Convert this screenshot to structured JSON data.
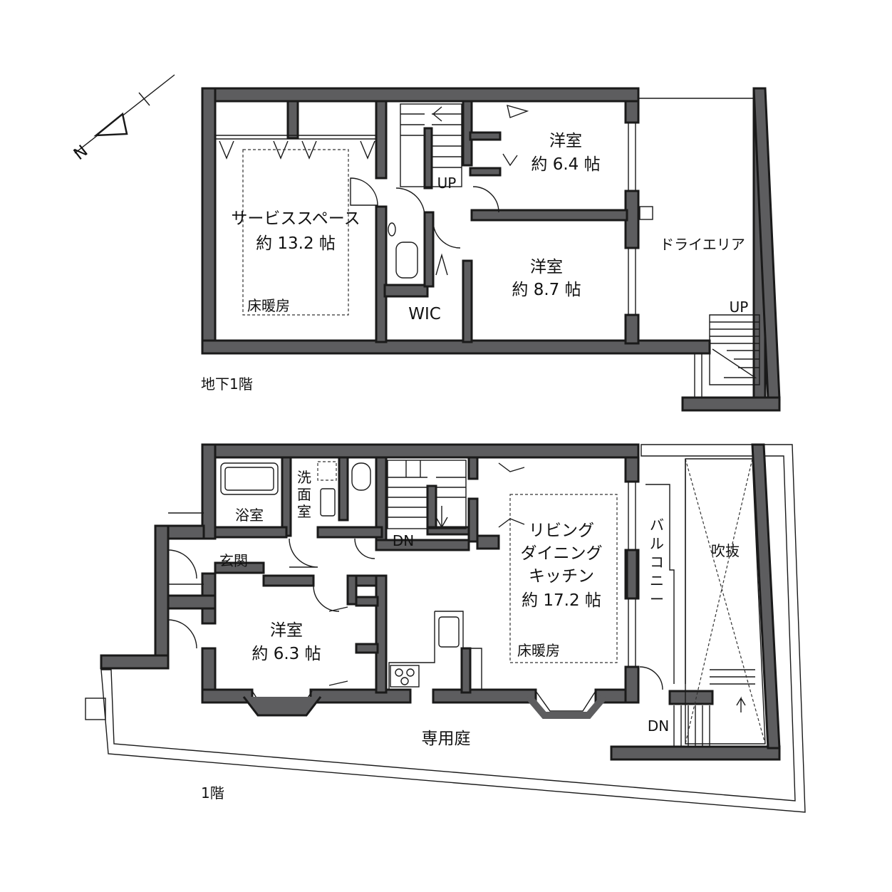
{
  "compass": {
    "north_label": "N"
  },
  "floor_b1": {
    "caption": "地下1階",
    "service_space": {
      "name": "サービススペース",
      "area": "約 13.2 帖",
      "note": "床暖房"
    },
    "stair_up": "UP",
    "western_room_1": {
      "name": "洋室",
      "area": "約 6.4 帖"
    },
    "western_room_2": {
      "name": "洋室",
      "area": "約 8.7 帖"
    },
    "wic": "WIC",
    "dry_area": "ドライエリア",
    "dry_area_up": "UP"
  },
  "floor_1": {
    "caption": "1階",
    "bathroom": "浴室",
    "washroom_lines": [
      "洗",
      "面",
      "室"
    ],
    "entrance": "玄関",
    "stair_down": "DN",
    "western_room": {
      "name": "洋室",
      "area": "約 6.3 帖"
    },
    "ldk": {
      "lines": [
        "リビング",
        "ダイニング",
        "キッチン"
      ],
      "area": "約 17.2 帖",
      "note": "床暖房"
    },
    "balcony_chars": [
      "バ",
      "ル",
      "コ",
      "ニ",
      "ー"
    ],
    "void": "吹抜",
    "outside_dn": "DN",
    "private_garden": "専用庭"
  }
}
